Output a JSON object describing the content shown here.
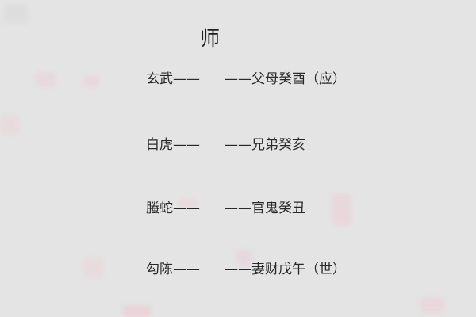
{
  "title": "师",
  "rows": [
    {
      "left": "玄武——",
      "right": "——父母癸酉（应）"
    },
    {
      "left": "白虎——",
      "right": "——兄弟癸亥"
    },
    {
      "left": "螣蛇——",
      "right": "——官鬼癸丑"
    },
    {
      "left": "勾陈——",
      "right": "——妻财戊午（世）"
    }
  ],
  "colors": {
    "background": "#e4e4e4",
    "text": "#2a2a2a",
    "decor_pink": "#f0c8d0"
  }
}
